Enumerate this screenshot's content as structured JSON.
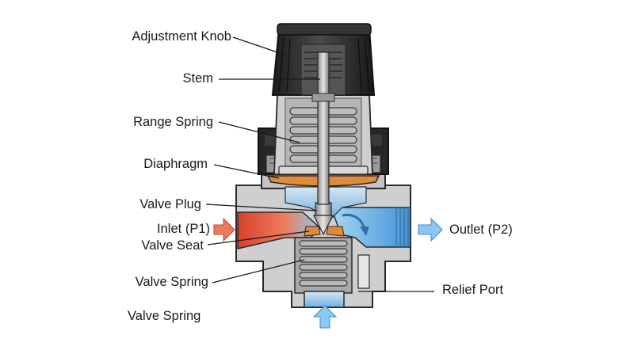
{
  "labels": {
    "adjustment_knob": "Adjustment Knob",
    "stem": "Stem",
    "range_spring": "Range Spring",
    "diaphragm": "Diaphragm",
    "valve_plug": "Valve Plug",
    "inlet": "Inlet (P1)",
    "valve_seat": "Valve Seat",
    "valve_spring": "Valve Spring",
    "valve_spring_bottom": "Valve Spring",
    "outlet": "Outlet (P2)",
    "relief_port": "Relief Port"
  },
  "colors": {
    "knob": "#2b2b2b",
    "body": "#c9c9c9",
    "spring": "#9a9a9a",
    "diaphragm": "#e08a3c",
    "inlet_flow": "#e25b3c",
    "outlet_flow": "#5aa9e6",
    "arrow_in": "#ee7a5c",
    "arrow_out": "#8cc7ef"
  }
}
